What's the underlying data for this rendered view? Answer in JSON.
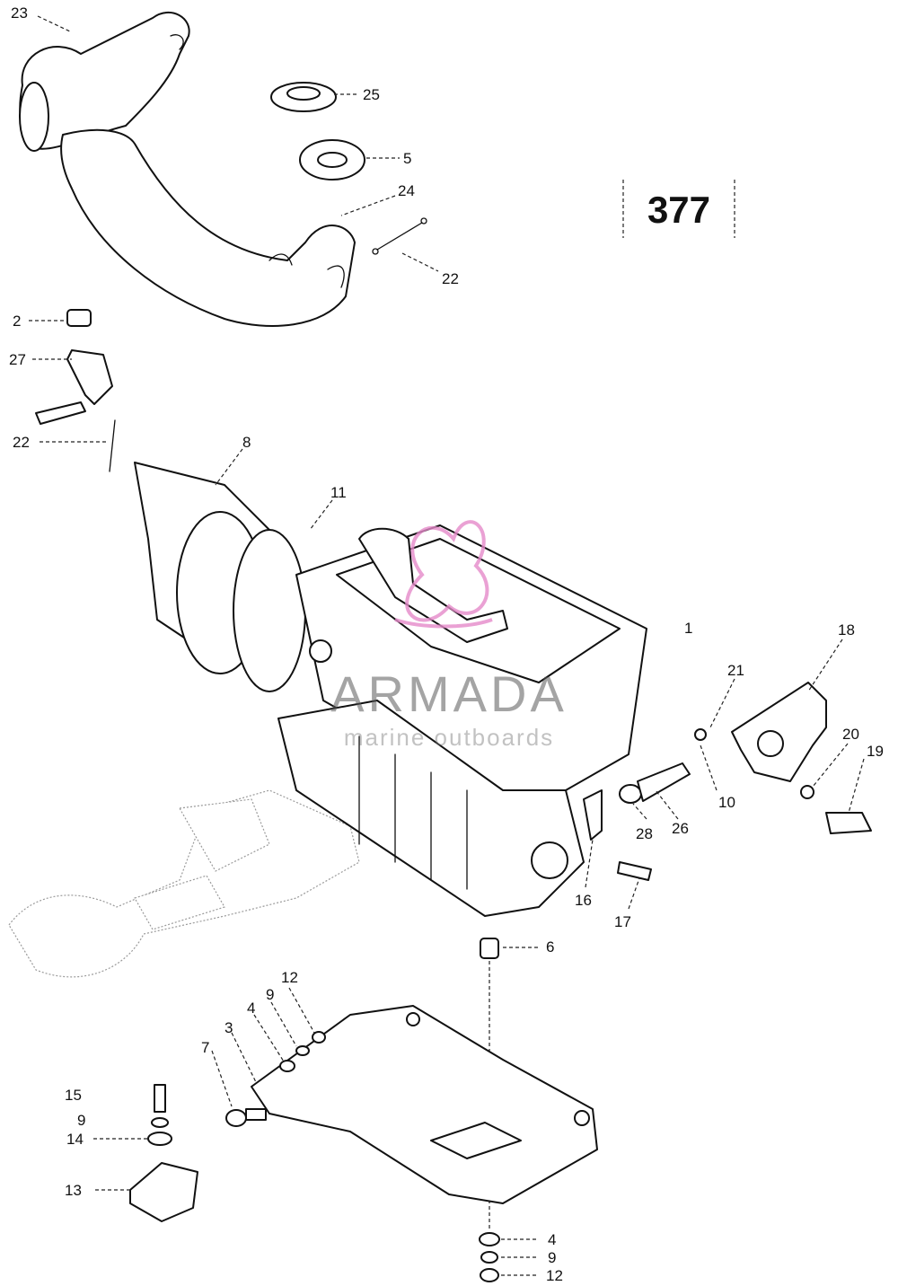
{
  "page_number": "377",
  "watermark": {
    "brand": "ARMADA",
    "tagline": "marine outboards",
    "logo_color": "#e58ac9"
  },
  "callouts": [
    "23",
    "25",
    "5",
    "24",
    "22",
    "2",
    "27",
    "22",
    "8",
    "11",
    "1",
    "18",
    "21",
    "20",
    "19",
    "10",
    "28",
    "26",
    "16",
    "17",
    "6",
    "12",
    "9",
    "4",
    "3",
    "7",
    "15",
    "9",
    "14",
    "13",
    "4",
    "9",
    "12"
  ]
}
